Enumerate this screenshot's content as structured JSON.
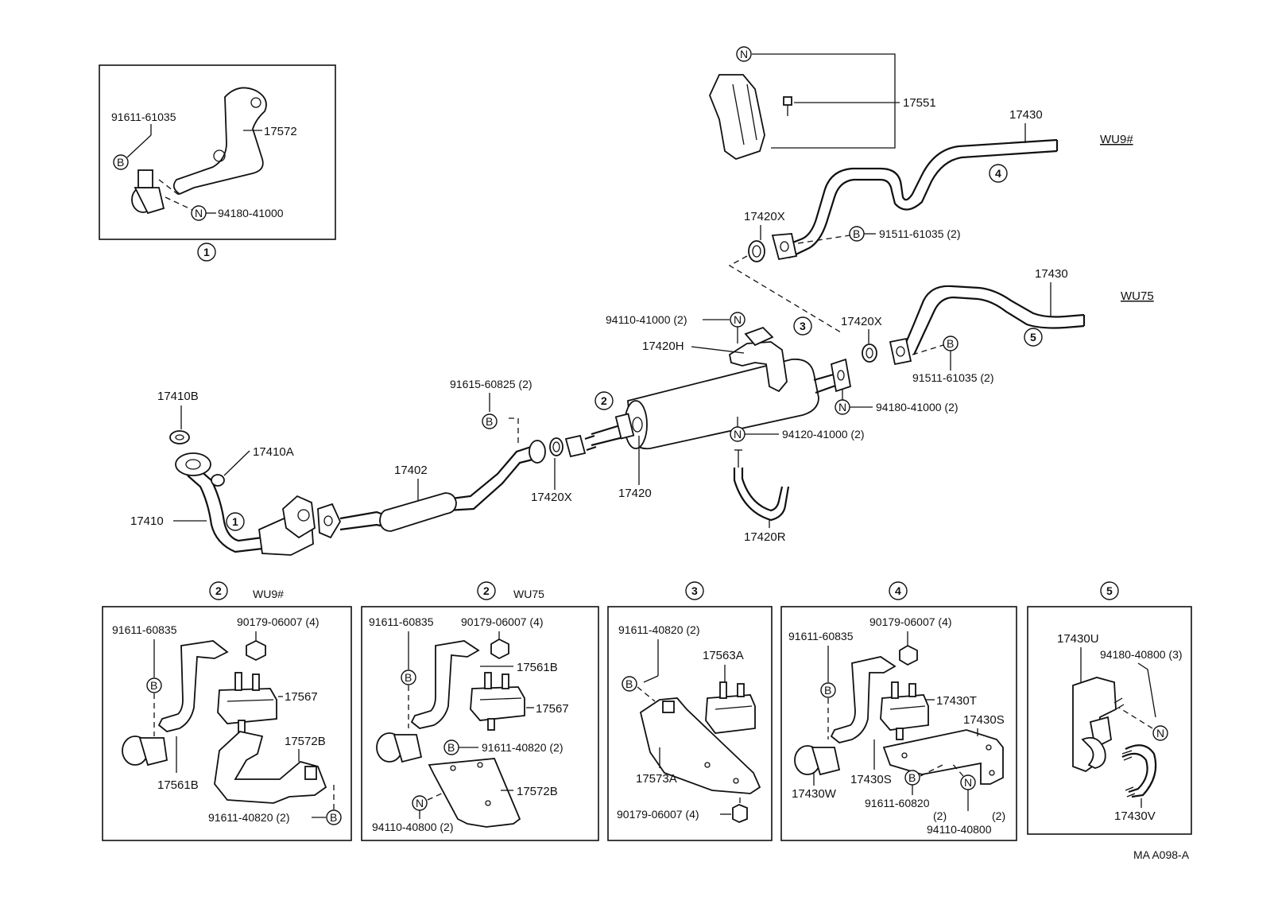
{
  "diagram": {
    "id_code": "MA A098-A",
    "variants": {
      "wu9": "WU9#",
      "wu75": "WU75"
    },
    "symbols": {
      "b": "B",
      "n": "N"
    },
    "circled": {
      "c1": "1",
      "c2": "2",
      "c3": "3",
      "c4": "4",
      "c5": "5"
    },
    "main_labels": {
      "p17551": "17551",
      "p17430_a": "17430",
      "p17420x_a": "17420X",
      "p91511_a": "91511-61035 (2)",
      "p17430_b": "17430",
      "p94110_41000": "94110-41000 (2)",
      "p17420h": "17420H",
      "p17420x_b": "17420X",
      "p91511_b": "91511-61035 (2)",
      "p94180_41000": "94180-41000 (2)",
      "p94120_41000": "94120-41000 (2)",
      "p91615": "91615-60825 (2)",
      "p17410b": "17410B",
      "p17410a": "17410A",
      "p17402": "17402",
      "p17410": "17410",
      "p17420x_c": "17420X",
      "p17420": "17420",
      "p17420r": "17420R"
    },
    "box1": {
      "p91611_61035": "91611-61035",
      "p17572": "17572",
      "p94180_41000": "94180-41000"
    },
    "box2a": {
      "p91611_60835": "91611-60835",
      "p90179": "90179-06007 (4)",
      "p17567": "17567",
      "p17572b": "17572B",
      "p17561b": "17561B",
      "p91611_40820": "91611-40820 (2)"
    },
    "box2b": {
      "p91611_60835": "91611-60835",
      "p90179": "90179-06007 (4)",
      "p17561b": "17561B",
      "p17567": "17567",
      "p91611_40820": "91611-40820 (2)",
      "p17572b": "17572B",
      "p94110_40800": "94110-40800 (2)"
    },
    "box3": {
      "p91611_40820": "91611-40820 (2)",
      "p17563a": "17563A",
      "p17573a": "17573A",
      "p90179": "90179-06007 (4)"
    },
    "box4": {
      "p90179": "90179-06007 (4)",
      "p91611_60835": "91611-60835",
      "p17430t": "17430T",
      "p17430s_a": "17430S",
      "p17430s_b": "17430S",
      "p17430w": "17430W",
      "p91611_60820": "91611-60820",
      "qty_a": "(2)",
      "qty_b": "(2)",
      "p94110_40800": "94110-40800"
    },
    "box5": {
      "p17430u": "17430U",
      "p94180_40800": "94180-40800 (3)",
      "p17430v": "17430V"
    }
  }
}
